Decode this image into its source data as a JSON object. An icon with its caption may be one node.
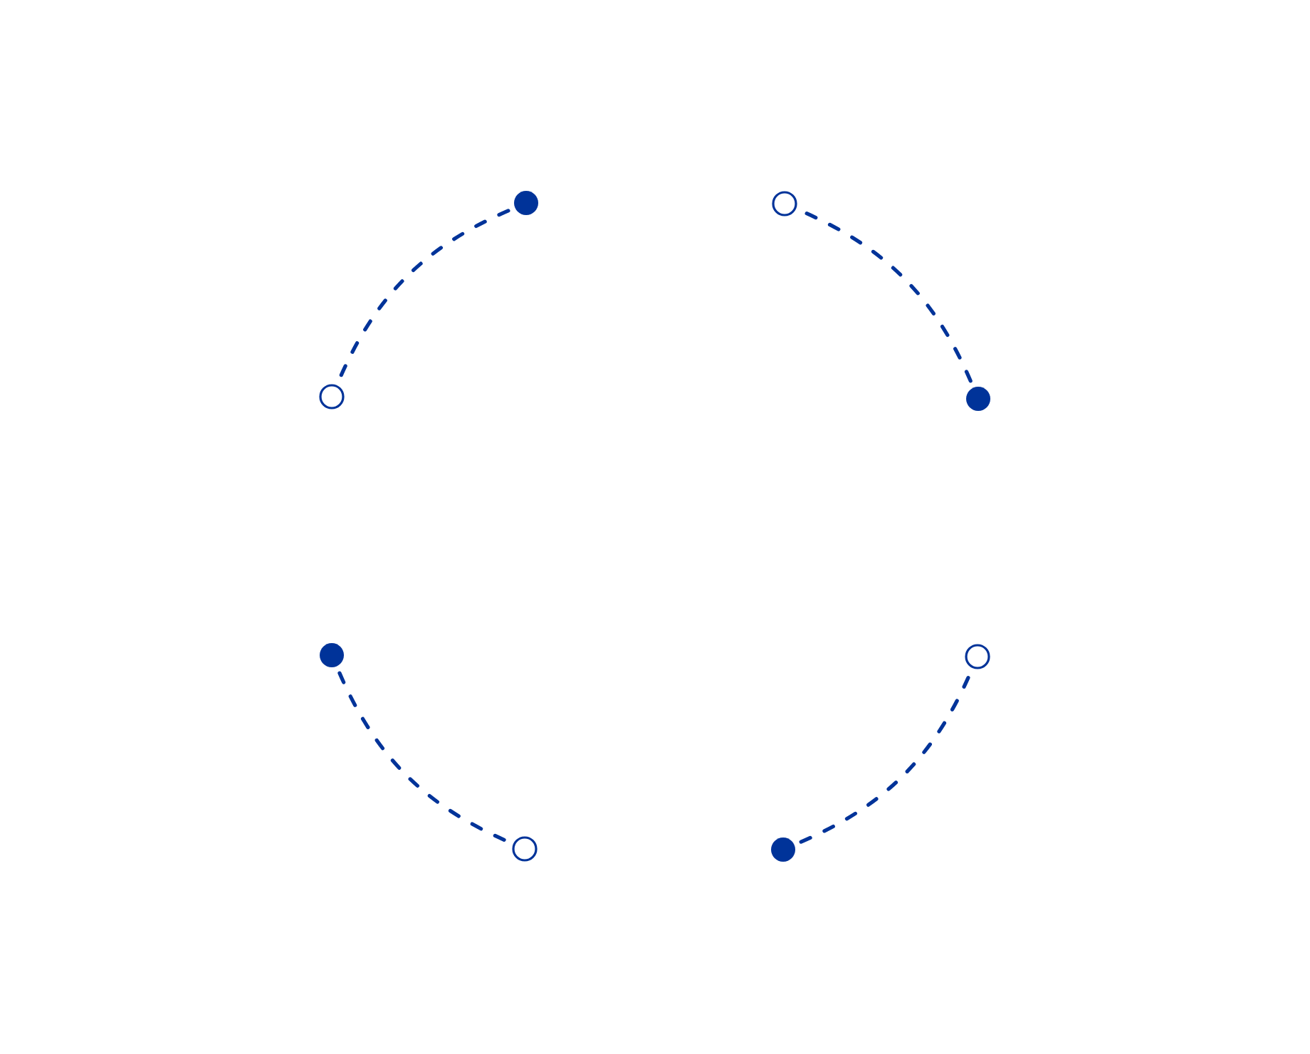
{
  "diagram": {
    "nodes": [
      {
        "text": [],
        "shape": "dot"
      },
      {
        "text": [],
        "shape": "circle"
      },
      {
        "text": [],
        "shape": "circle"
      },
      {
        "text": [],
        "shape": "dot"
      },
      {
        "text": [],
        "shape": "dot"
      },
      {
        "text": [],
        "shape": "circle"
      },
      {
        "text": [],
        "shape": "circle"
      },
      {
        "text": [],
        "shape": "dot"
      }
    ],
    "edges": [
      {
        "from": 0,
        "to": 2,
        "arrow": "none",
        "style": "dashed"
      },
      {
        "from": 3,
        "to": 1,
        "arrow": "none",
        "style": "dashed"
      },
      {
        "from": 4,
        "to": 6,
        "arrow": "none",
        "style": "dashed"
      },
      {
        "from": 7,
        "to": 5,
        "arrow": "none",
        "style": "dashed"
      }
    ]
  }
}
